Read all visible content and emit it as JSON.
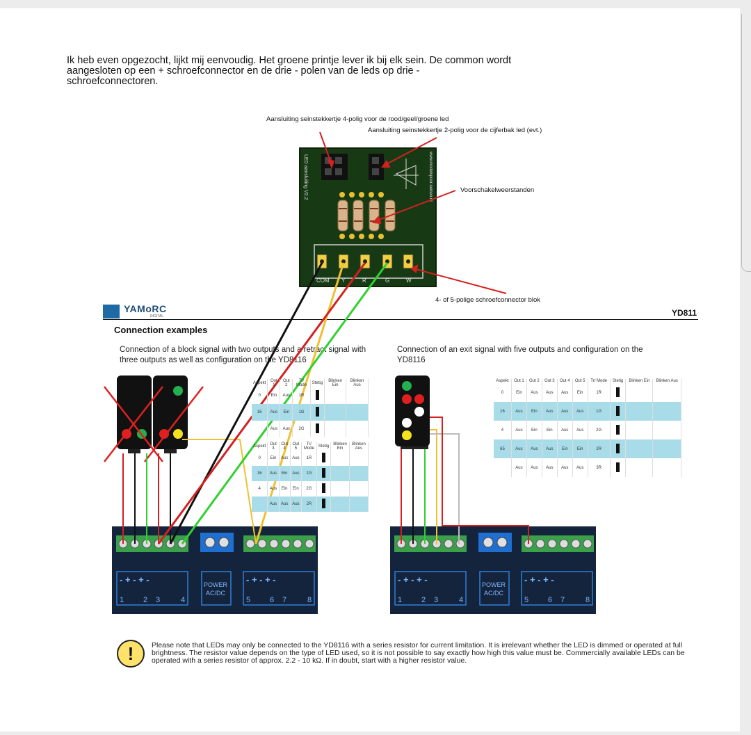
{
  "intro_text": "Ik heb even opgezocht, lijkt mij eenvoudig. Het groene printje lever ik bij elk sein.  De common wordt aangesloten op een + schroefconnector en de drie - polen van de leds op drie - schroefconnectoren.",
  "pcb": {
    "label_4pin": "Aansluiting seinstekkertje 4-polig voor de rood/geel/groene led",
    "label_2pin": "Aansluiting seinstekkertje 2-polig voor de cijferbak led (evt.)",
    "label_resistors": "Voorschakelweerstanden",
    "label_terminal": "4- of  5-polige schroefconnector blok",
    "side_text": "LED aansluiting V2.2",
    "url_text": "www.modelspoor-seinen.nl",
    "pin_labels": [
      "COM",
      "Y",
      "R",
      "G",
      "W"
    ]
  },
  "doc": {
    "brand": "YAMoRC",
    "brand_sub": "DIGITAL",
    "model": "YD811",
    "heading": "Connection examples",
    "caption_left": "Connection of a block signal with two outputs and a retract signal with three outputs as well as configuration on the YD8116",
    "caption_right": "Connection of an exit signal with five outputs and configuration on the YD8116",
    "note": "Please note that LEDs may only be connected to the YD8116 with a series resistor for current limitation. It is irrelevant whether the LED is dimmed or operated at full brightness. The resistor value depends on the type of LED used, so it is not possible to say exactly how high this value must be. Commercially available LEDs can be operated with a series resistor of approx. 2.2 - 10 kΩ. If in doubt, start with a higher resistor value.",
    "warn_symbol": "!"
  },
  "decoder": {
    "power_label": "POWER",
    "acdc_label": "AC/DC",
    "ch_left": [
      "1",
      "2",
      "3",
      "4"
    ],
    "ch_right": [
      "5",
      "6",
      "7",
      "8"
    ]
  },
  "table_right": {
    "headers": [
      "Aspekt",
      "Out 1",
      "Out 2",
      "Out 3",
      "Out 4",
      "Out 5",
      "Tr/ Mode",
      "Stetig",
      "Blinken Ein",
      "Blinken Aus"
    ],
    "rows": [
      [
        "0",
        "Ein",
        "Aus",
        "Aus",
        "Aus",
        "Ein",
        "1R"
      ],
      [
        "16",
        "Aus",
        "Ein",
        "Aus",
        "Aus",
        "Aus",
        "1G"
      ],
      [
        "4",
        "Aus",
        "Ein",
        "Ein",
        "Aus",
        "Aus",
        "2G"
      ],
      [
        "65",
        "Aus",
        "Aus",
        "Aus",
        "Ein",
        "Ein",
        "2R"
      ],
      [
        "",
        "Aus",
        "Aus",
        "Aus",
        "Aus",
        "Aus",
        "3R"
      ]
    ]
  },
  "table_left_a": {
    "headers": [
      "Aspekt",
      "Out 1",
      "Out 2",
      "Tr/ Mode",
      "Stetig",
      "Blinken Ein",
      "Blinken Aus"
    ],
    "rows": [
      [
        "0",
        "Ein",
        "Aus",
        "1R"
      ],
      [
        "16",
        "Aus",
        "Ein",
        "1G"
      ],
      [
        "",
        "Aus",
        "Aus",
        "2G"
      ]
    ]
  },
  "table_left_b": {
    "headers": [
      "Aspekt",
      "Out 3",
      "Out 4",
      "Out 5",
      "Tr/ Mode",
      "Stetig",
      "Blinken Ein",
      "Blinken Aus"
    ],
    "rows": [
      [
        "0",
        "Ein",
        "Aus",
        "Aus",
        "1R"
      ],
      [
        "16",
        "Aus",
        "Ein",
        "Aus",
        "1G"
      ],
      [
        "4",
        "Aus",
        "Ein",
        "Ein",
        "2G"
      ],
      [
        "",
        "Aus",
        "Aus",
        "Aus",
        "2R"
      ]
    ]
  },
  "colors": {
    "pcb_green": "#173a14",
    "wire_red": "#d42020",
    "wire_yellow": "#f0c030",
    "wire_green": "#2fd02f",
    "wire_black": "#111111",
    "decoder_blue": "#14243c",
    "terminal_green": "#3aa04a"
  }
}
